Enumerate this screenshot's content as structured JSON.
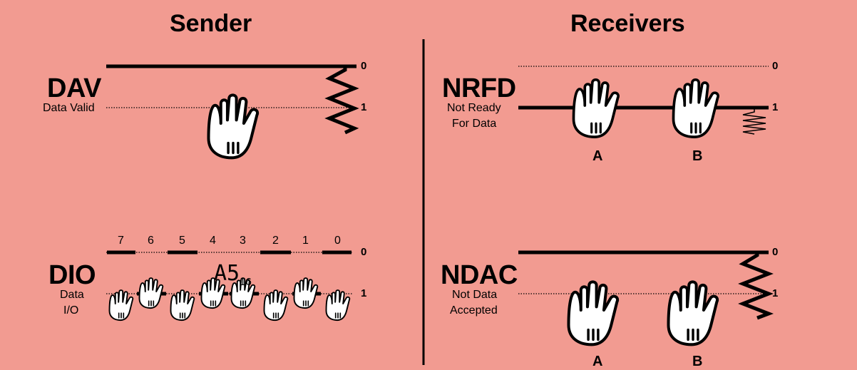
{
  "sender": {
    "title": "Sender"
  },
  "receivers": {
    "title": "Receivers"
  },
  "dav": {
    "name": "DAV",
    "desc": "Data Valid",
    "level_0": "0",
    "level_1": "1"
  },
  "dio": {
    "name": "DIO",
    "desc_line1": "Data",
    "desc_line2": "I/O",
    "bits": [
      "7",
      "6",
      "5",
      "4",
      "3",
      "2",
      "1",
      "0"
    ],
    "value": "A5",
    "value_base": "16",
    "level_0": "0",
    "level_1": "1"
  },
  "nrfd": {
    "name": "NRFD",
    "desc_line1": "Not Ready",
    "desc_line2": "For Data",
    "level_0": "0",
    "level_1": "1",
    "receiver_a": "A",
    "receiver_b": "B"
  },
  "ndac": {
    "name": "NDAC",
    "desc_line1": "Not Data",
    "desc_line2": "Accepted",
    "level_0": "0",
    "level_1": "1",
    "receiver_a": "A",
    "receiver_b": "B"
  },
  "colors": {
    "background": "#f29b91",
    "line": "#000000",
    "hand_fill": "#ffffff"
  }
}
